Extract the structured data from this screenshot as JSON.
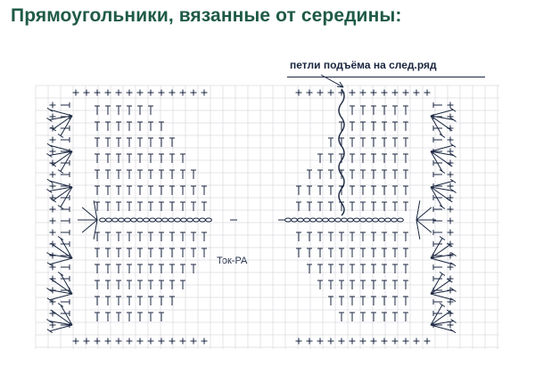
{
  "title": "Прямоугольники, вязанные от середины:",
  "annotations": {
    "turning_chains": "петли подъёма на след.ряд",
    "center_label": "Ток-РА"
  },
  "symbols": {
    "single_crochet": "+",
    "double_crochet": "T",
    "chain": "o"
  },
  "colors": {
    "title": "#1f5a47",
    "ink": "#1a2640",
    "grid": "#c9ccd2"
  }
}
